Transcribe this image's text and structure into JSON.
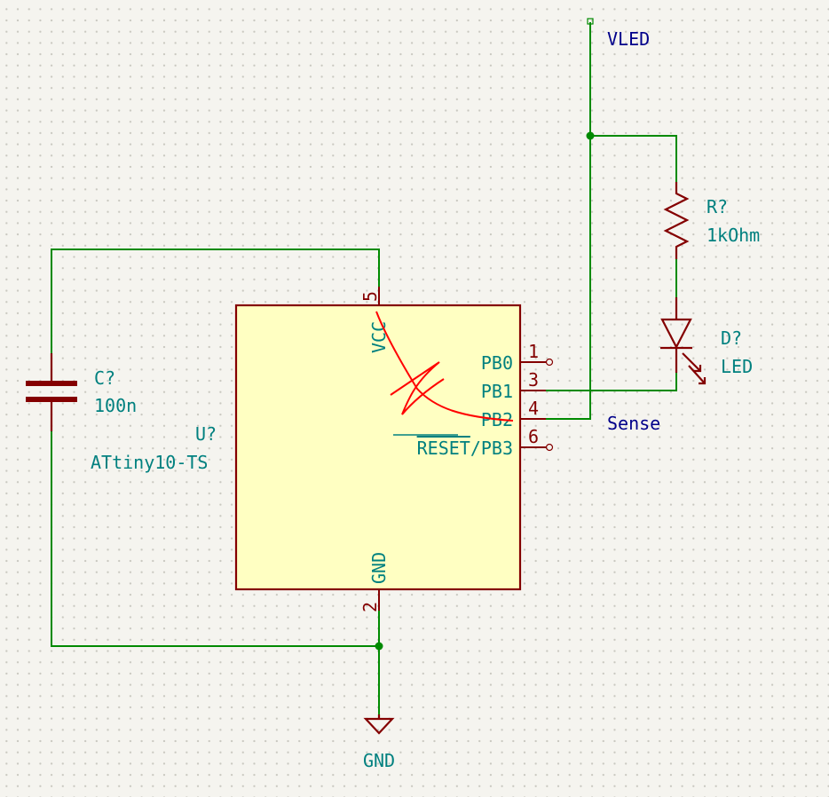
{
  "capacitor": {
    "ref": "C?",
    "value": "100n"
  },
  "mcu": {
    "ref": "U?",
    "value": "ATtiny10-TS",
    "pins": {
      "vcc": {
        "name": "VCC",
        "number": "5"
      },
      "gnd": {
        "name": "GND",
        "number": "2"
      },
      "pb0": {
        "name": "PB0",
        "number": "1"
      },
      "pb1": {
        "name": "PB1",
        "number": "3"
      },
      "pb2": {
        "name": "PB2",
        "number": "4"
      },
      "pb3": {
        "name_overbar": "RESET",
        "name_suffix": "/PB3",
        "number": "6"
      }
    }
  },
  "resistor": {
    "ref": "R?",
    "value": "1kOhm"
  },
  "led": {
    "ref": "D?",
    "value": "LED"
  },
  "labels": {
    "vled": "VLED",
    "sense": "Sense"
  },
  "power": {
    "gnd": "GND"
  },
  "colors": {
    "wire": "#008a00",
    "component": "#840000",
    "body_fill": "#ffffc2",
    "reference_text": "#00807f",
    "net_label": "#00008a",
    "annotation": "#ff0000",
    "background": "#f5f4ef"
  }
}
